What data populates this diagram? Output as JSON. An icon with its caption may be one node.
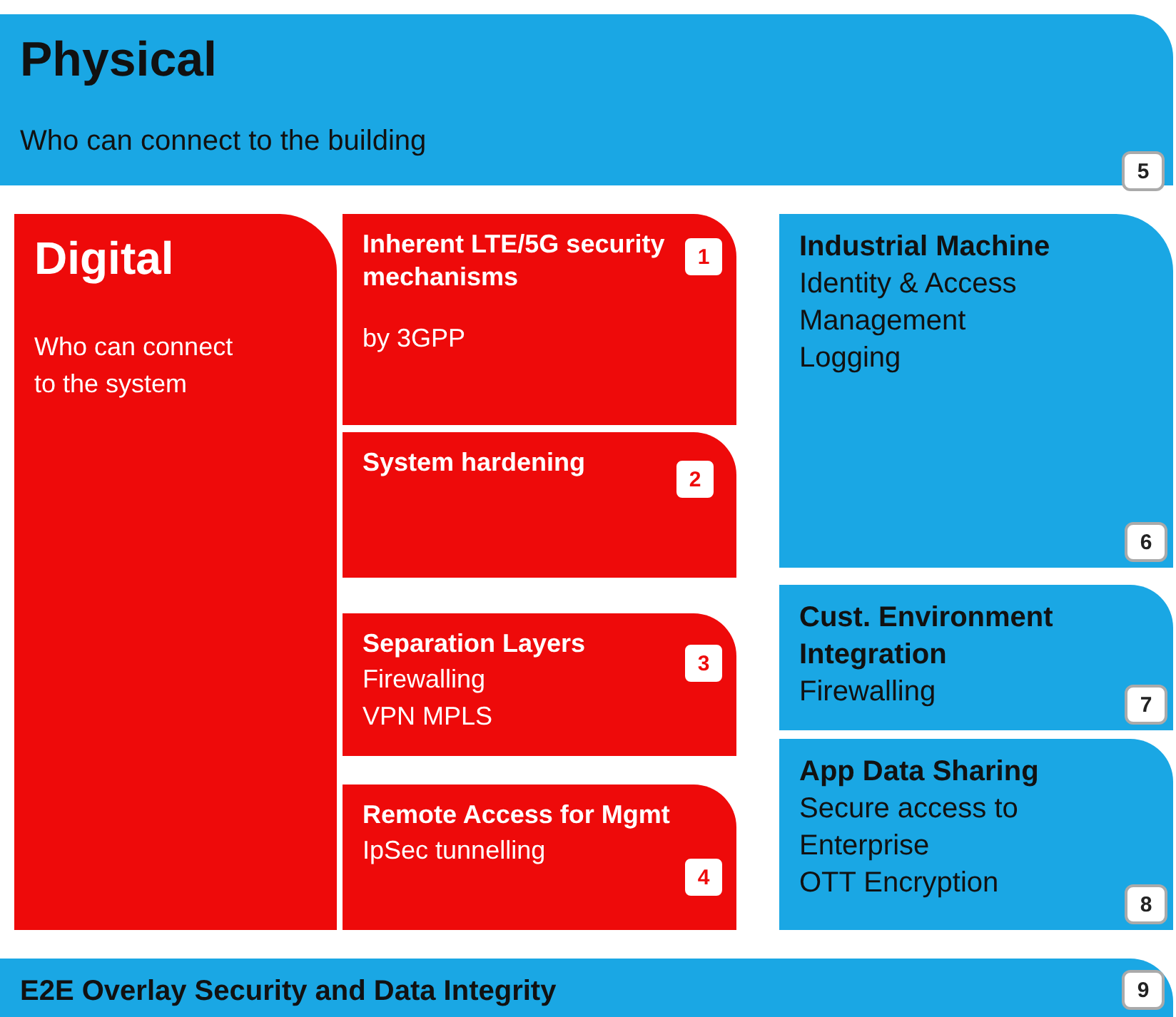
{
  "diagram": {
    "nodes": [
      {
        "text": [
          "Physical",
          "Who can connect to the building"
        ]
      },
      {
        "text": [
          "5"
        ],
        "in": 0
      },
      {
        "text": [
          "Digital",
          "Who can connect to the system"
        ]
      },
      {
        "text": [
          "Inherent LTE/5G security mechanisms",
          "by 3GPP"
        ]
      },
      {
        "text": [
          "1"
        ],
        "in": 3
      },
      {
        "text": [
          "System hardening"
        ]
      },
      {
        "text": [
          "2"
        ],
        "in": 5
      },
      {
        "text": [
          "Separation Layers",
          "Firewalling",
          "VPN MPLS"
        ]
      },
      {
        "text": [
          "3"
        ],
        "in": 7
      },
      {
        "text": [
          "Remote Access for Mgmt",
          "IpSec tunnelling"
        ]
      },
      {
        "text": [
          "4"
        ],
        "in": 9
      },
      {
        "text": [
          "Industrial Machine",
          "Identity & Access Management",
          "Logging"
        ]
      },
      {
        "text": [
          "6"
        ],
        "in": 11
      },
      {
        "text": [
          "Cust. Environment Integration",
          "Firewalling"
        ]
      },
      {
        "text": [
          "7"
        ],
        "in": 13
      },
      {
        "text": [
          "App Data Sharing",
          "Secure access to Enterprise",
          "OTT Encryption"
        ]
      },
      {
        "text": [
          "8"
        ],
        "in": 15
      },
      {
        "text": [
          "E2E Overlay Security and Data Integrity"
        ]
      },
      {
        "text": [
          "9"
        ],
        "in": 17
      }
    ]
  }
}
